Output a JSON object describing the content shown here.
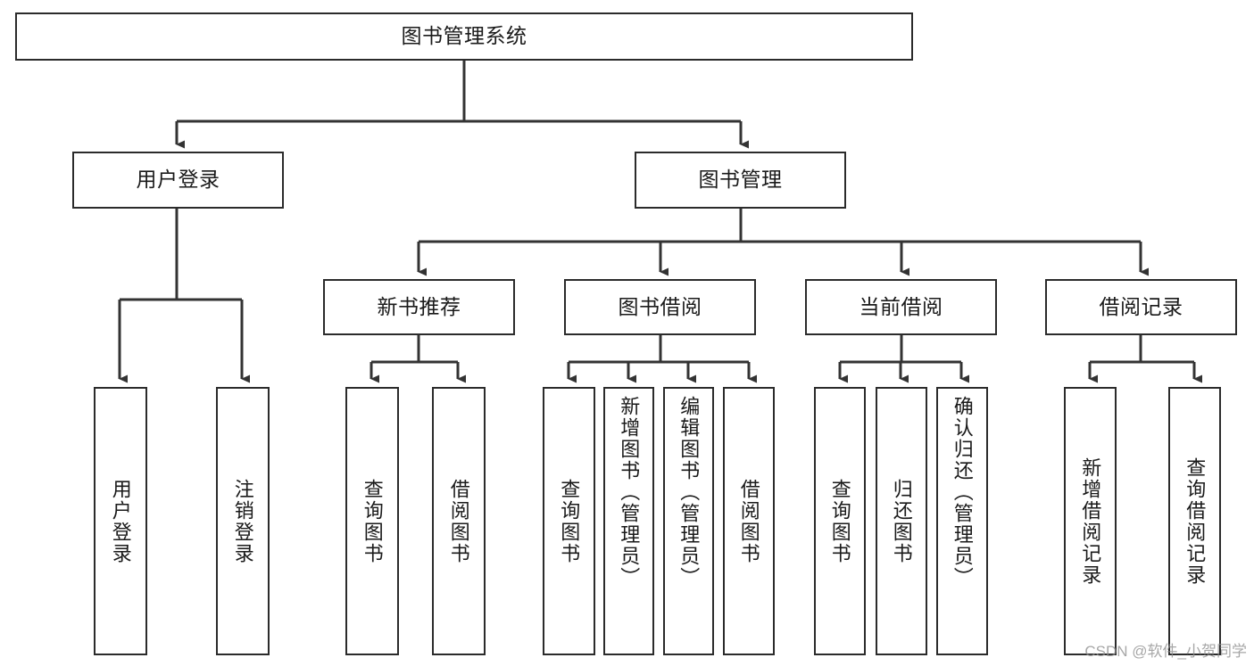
{
  "diagram": {
    "type": "hierarchy-tree",
    "title": "图书管理系统",
    "root": {
      "label": "图书管理系统"
    },
    "level2": [
      {
        "label": "用户登录"
      },
      {
        "label": "图书管理"
      }
    ],
    "level3": [
      {
        "label": "新书推荐"
      },
      {
        "label": "图书借阅"
      },
      {
        "label": "当前借阅"
      },
      {
        "label": "借阅记录"
      }
    ],
    "leaves": {
      "user_login": [
        {
          "label": "用户登录"
        },
        {
          "label": "注销登录"
        }
      ],
      "new_book_recommend": [
        {
          "label": "查询图书"
        },
        {
          "label": "借阅图书"
        }
      ],
      "book_borrow": [
        {
          "label": "查询图书"
        },
        {
          "label": "新增图书（管理员）"
        },
        {
          "label": "编辑图书（管理员）"
        },
        {
          "label": "借阅图书"
        }
      ],
      "current_borrow": [
        {
          "label": "查询图书"
        },
        {
          "label": "归还图书"
        },
        {
          "label": "确认归还（管理员）"
        }
      ],
      "borrow_record": [
        {
          "label": "新增借阅记录"
        },
        {
          "label": "查询借阅记录"
        }
      ]
    }
  },
  "watermark": {
    "text": "CSDN @软件_小贺同学"
  },
  "colors": {
    "box_border": "#2b2b2b",
    "connector": "#333333",
    "background": "#ffffff",
    "text": "#1a1a1a",
    "watermark": "#8f8f8f"
  }
}
